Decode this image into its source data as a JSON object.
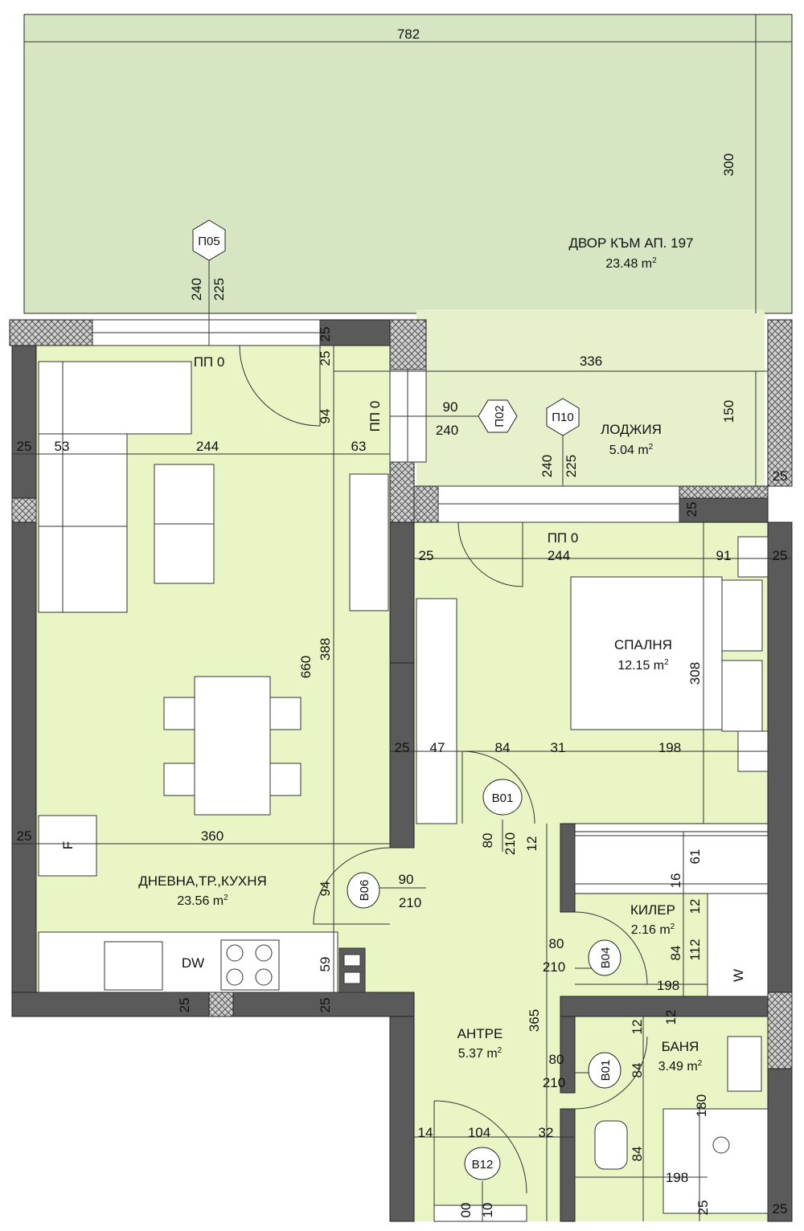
{
  "colors": {
    "yard_fill": "#d6e6c2",
    "room_fill": "#eaf5c5",
    "wall_fill": "#5a5a5a",
    "insulation_fill": "#c8c8c8",
    "dim_line": "#333333"
  },
  "rooms": {
    "yard": {
      "name": "ДВОР КЪМ АП. 197",
      "area_value": "23.48 m",
      "area_sup": "2"
    },
    "loggia": {
      "name": "ЛОДЖИЯ",
      "area_value": "5.04 m",
      "area_sup": "2"
    },
    "living": {
      "name": "ДНЕВНА,ТР.,КУХНЯ",
      "area_value": "23.56 m",
      "area_sup": "2"
    },
    "bedroom": {
      "name": "СПАЛНЯ",
      "area_value": "12.15 m",
      "area_sup": "2"
    },
    "closet": {
      "name": "КИЛЕР",
      "area_value": "2.16 m",
      "area_sup": "2"
    },
    "hall": {
      "name": "АНТРЕ",
      "area_value": "5.37 m",
      "area_sup": "2"
    },
    "bath": {
      "name": "БАНЯ",
      "area_value": "3.49 m",
      "area_sup": "2"
    }
  },
  "tags": {
    "p05": "П05",
    "p02": "П02",
    "p10": "П10",
    "b01a": "В01",
    "b06": "В06",
    "b04": "В04",
    "b01b": "В01",
    "b12": "В12"
  },
  "sill_labels": {
    "pp0_living": "ПП 0",
    "pp0_loggia": "ПП 0",
    "pp0_bedroom": "ПП 0"
  },
  "appliances": {
    "fridge": "F",
    "dishwasher": "DW",
    "washer": "W"
  },
  "dims": {
    "d782": "782",
    "d300": "300",
    "d240a": "240",
    "d225a": "225",
    "d25a": "25",
    "d25b": "25",
    "d336": "336",
    "d150": "150",
    "d90a": "90",
    "d240b": "240",
    "d94a": "94",
    "d25c": "25",
    "d53": "53",
    "d244a": "244",
    "d63": "63",
    "d240c": "240",
    "d225b": "225",
    "d25d": "25",
    "d25e": "25",
    "d244b": "244",
    "d91": "91",
    "d25f": "25",
    "d660": "660",
    "d388": "388",
    "d308": "308",
    "d25g": "25",
    "d47": "47",
    "d84a": "84",
    "d31": "31",
    "d198a": "198",
    "d80a": "80",
    "d210a": "210",
    "d12a": "12",
    "d25h": "25",
    "d360": "360",
    "d61": "61",
    "d90b": "90",
    "d210b": "210",
    "d94b": "94",
    "d16": "16",
    "d12b": "12",
    "d112": "112",
    "d84b": "84",
    "d80b": "80",
    "d210c": "210",
    "d59": "59",
    "d198b": "198",
    "d25i": "25",
    "d25j": "25",
    "d365": "365",
    "d12c": "12",
    "d12d": "12",
    "d84c": "84",
    "d80c": "80",
    "d210d": "210",
    "d180": "180",
    "d14": "14",
    "d104": "104",
    "d32": "32",
    "d84d": "84",
    "d198c": "198",
    "d00": "00",
    "d10": "10",
    "d25k": "25",
    "d25l": "25"
  }
}
